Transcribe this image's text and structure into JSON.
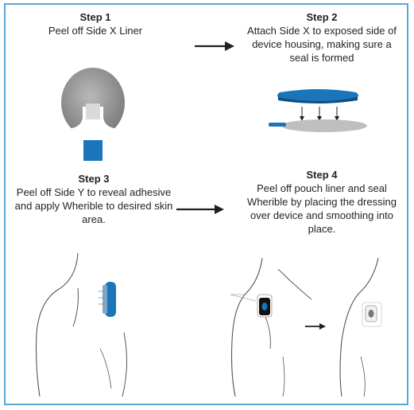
{
  "steps": [
    {
      "title": "Step 1",
      "text": "Peel off Side X Liner"
    },
    {
      "title": "Step 2",
      "text": "Attach Side X to exposed side of device housing, making sure a seal is formed"
    },
    {
      "title": "Step 3",
      "text": "Peel off Side Y to reveal adhesive and apply Wherible to desired skin area."
    },
    {
      "title": "Step 4",
      "text": "Peel off pouch liner and seal Wherible by placing the dressing over device and smoothing into place."
    }
  ],
  "colors": {
    "border": "#5aa7d6",
    "accent_blue": "#1b75bb",
    "liner_gray": "#8c8c8c",
    "skin_outline": "#555555"
  },
  "icons": [
    "arrow-right-icon",
    "liner-peel-icon",
    "device-attach-icon",
    "shoulder-device-icon",
    "shoulder-dressing-icon"
  ]
}
